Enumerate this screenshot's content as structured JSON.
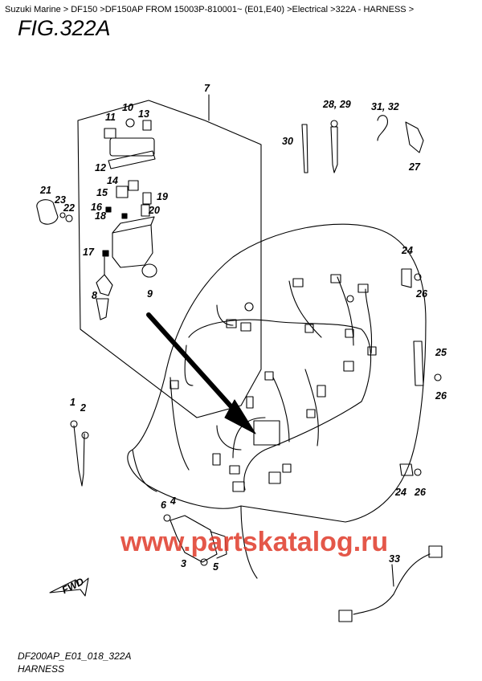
{
  "breadcrumb": "Suzuki Marine > DF150 >DF150AP FROM 15003P-810001~ (E01,E40) >Electrical >322A - HARNESS >",
  "figure_title": "FIG.322A",
  "callouts": {
    "c1": "1",
    "c2": "2",
    "c3": "3",
    "c4": "4",
    "c5": "5",
    "c6": "6",
    "c7": "7",
    "c8": "8",
    "c9": "9",
    "c10": "10",
    "c11": "11",
    "c12": "12",
    "c13": "13",
    "c14": "14",
    "c15": "15",
    "c16": "16",
    "c17": "17",
    "c18": "18",
    "c19": "19",
    "c20": "20",
    "c21": "21",
    "c22": "22",
    "c23": "23",
    "c24a": "24",
    "c24b": "24",
    "c25": "25",
    "c26a": "26",
    "c26b": "26",
    "c26c": "26",
    "c27": "27",
    "c28_29": "28, 29",
    "c30": "30",
    "c31_32": "31, 32",
    "c33": "33"
  },
  "fwd_label": "FWD",
  "footer": {
    "code": "DF200AP_E01_018_322A",
    "name": "HARNESS"
  },
  "watermark": "www.partskatalog.ru"
}
